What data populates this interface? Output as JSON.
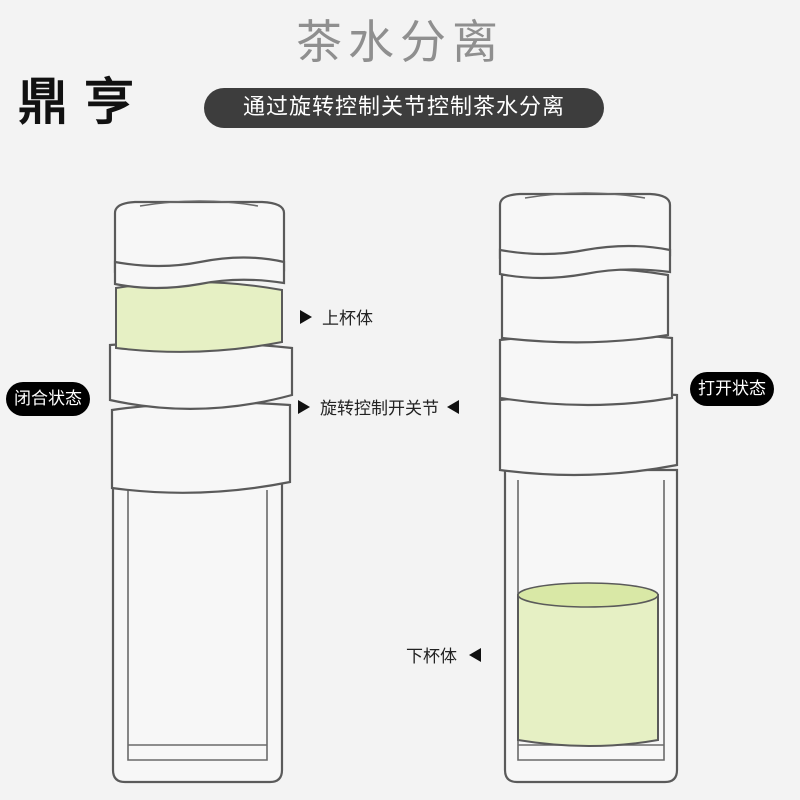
{
  "header": {
    "headline": "茶水分离",
    "brand": "鼎亨",
    "tagline": "通过旋转控制关节控制茶水分离"
  },
  "states": {
    "closed": "闭合状态",
    "open": "打开状态"
  },
  "labels": {
    "upper_cup": "上杯体",
    "rotation_joint": "旋转控制开关节",
    "lower_cup": "下杯体"
  },
  "colors": {
    "tea": "#e6f0c4",
    "badge": "#000000",
    "pill": "#3d3d3d"
  }
}
